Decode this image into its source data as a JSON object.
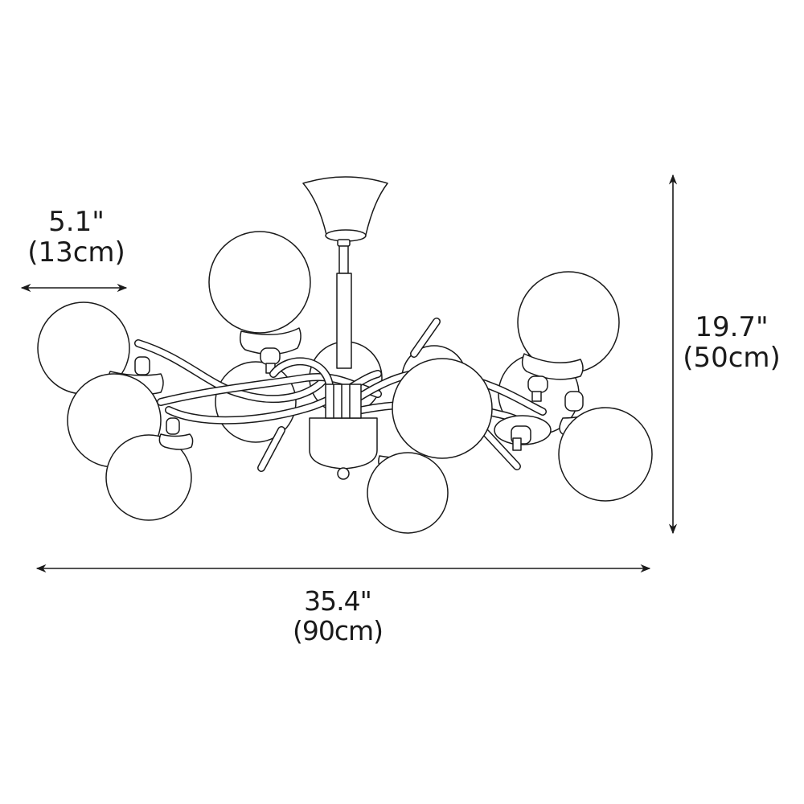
{
  "diagram": {
    "subject": "Multi-globe sputnik chandelier with twisted arms",
    "line_color": "#1a1a1a",
    "background": "#ffffff",
    "globe_count": 12
  },
  "dimensions": {
    "shade_diameter": {
      "imperial": "5.1\"",
      "metric": "(13cm)"
    },
    "height": {
      "imperial": "19.7\"",
      "metric": "(50cm)"
    },
    "width": {
      "imperial": "35.4\"",
      "metric": "(90cm)"
    }
  }
}
